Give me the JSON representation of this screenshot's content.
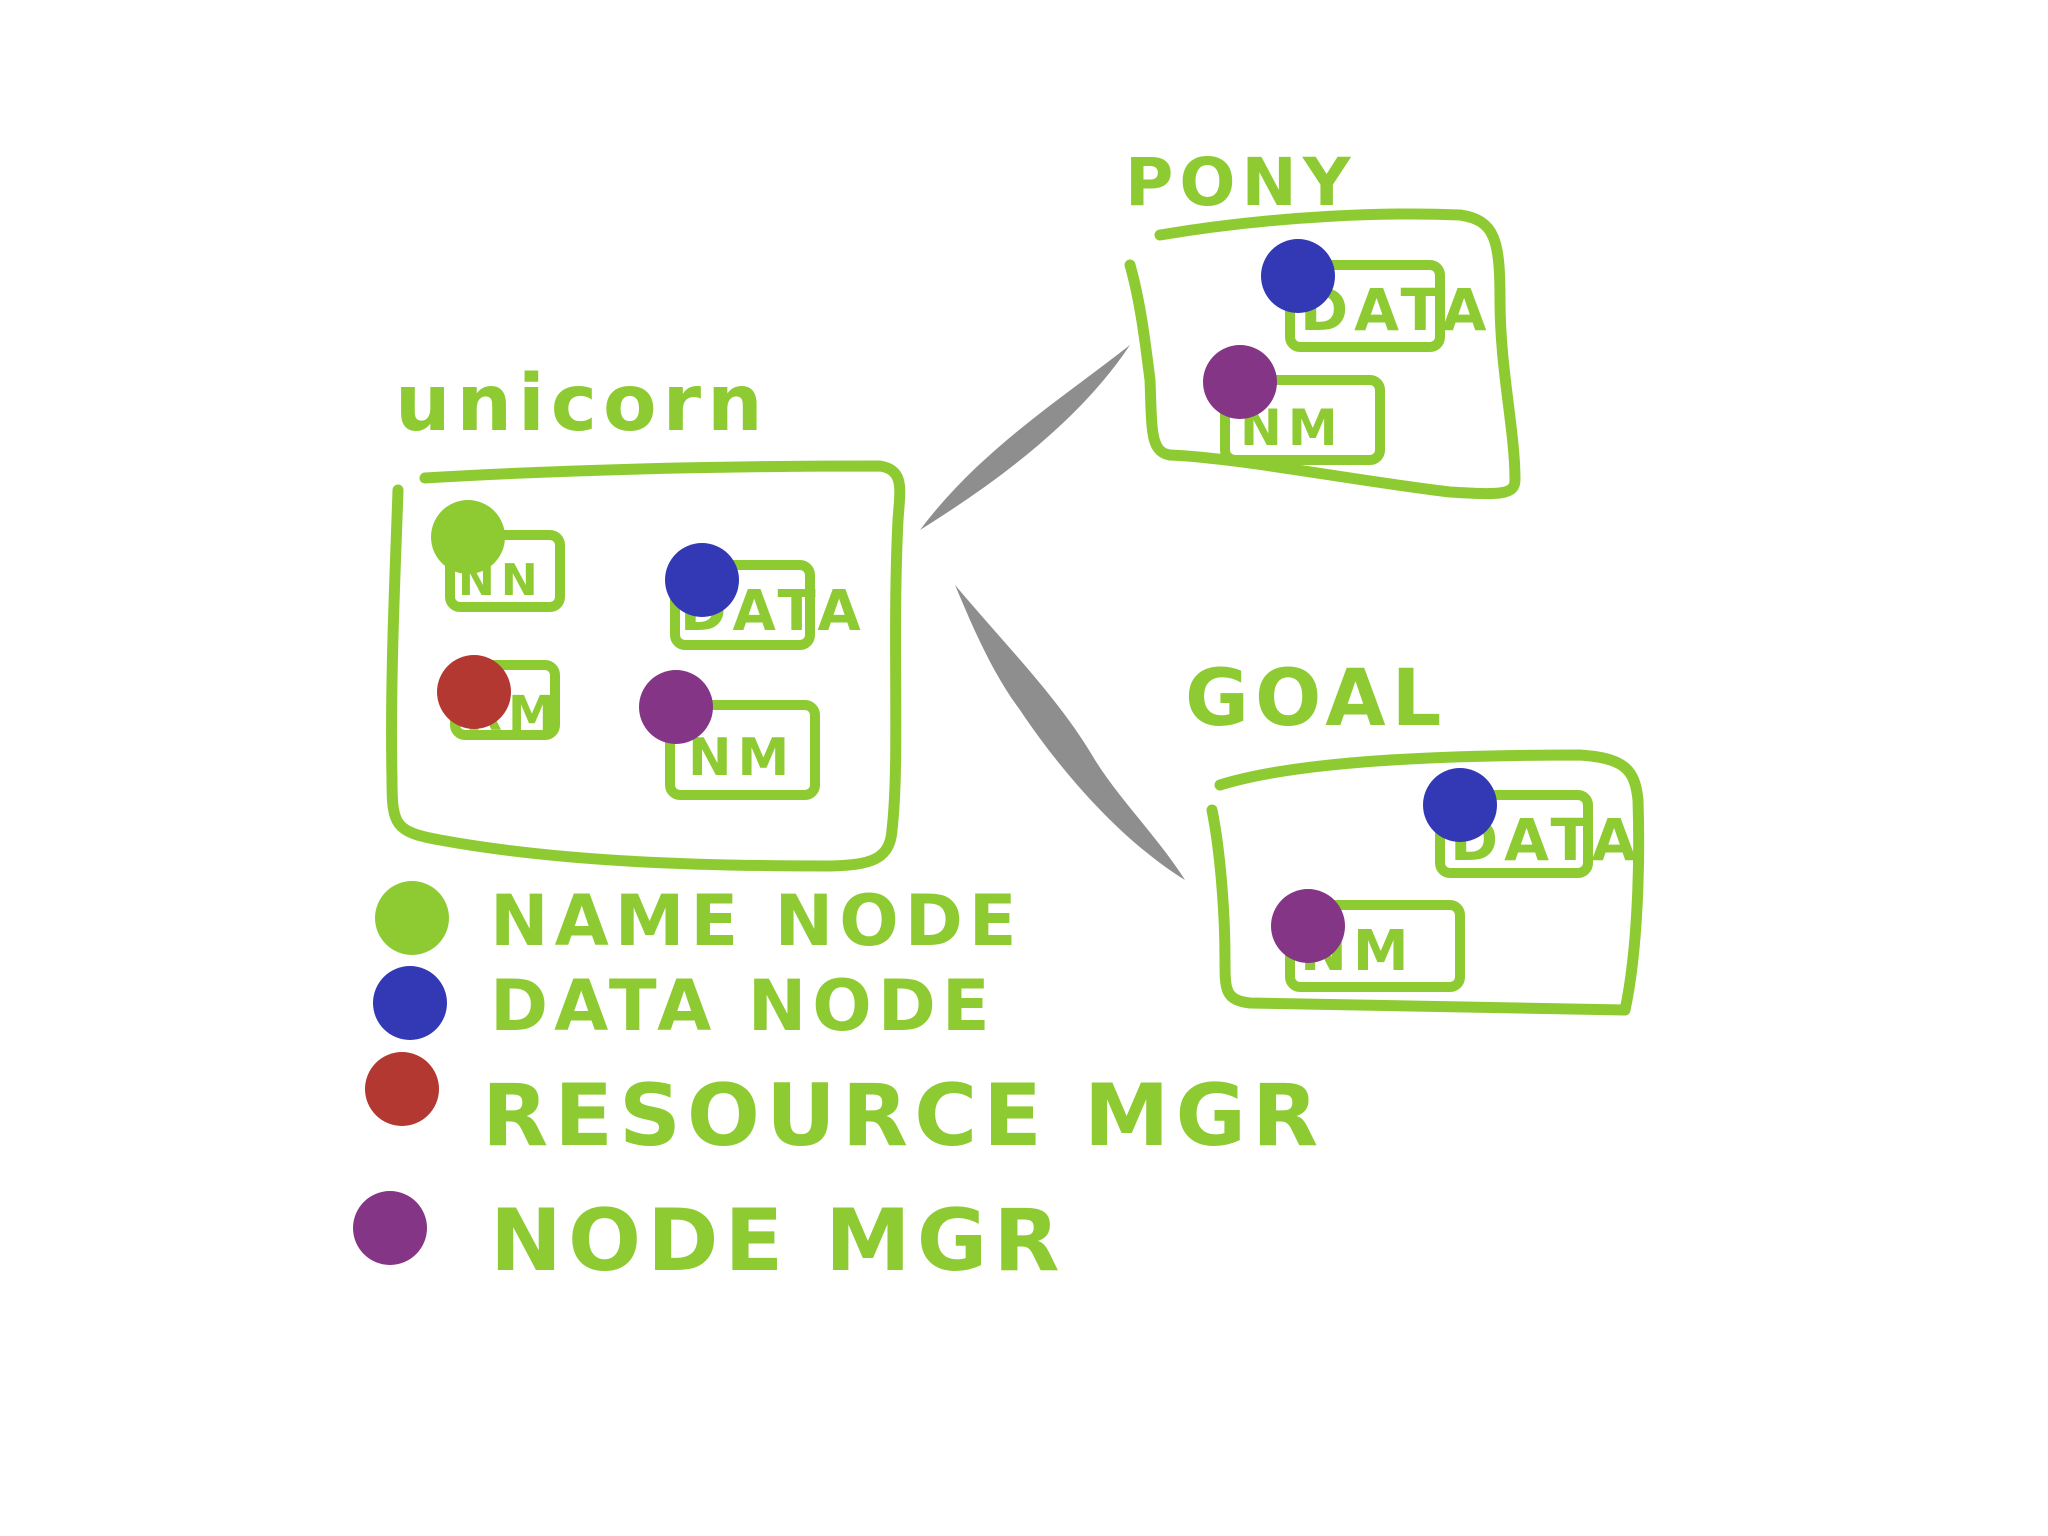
{
  "colors": {
    "background": "#ffffff",
    "stroke": "#8ecb33",
    "connector": "#8e8e8e",
    "name_node": "#8ecb33",
    "data_node": "#3338b5",
    "resource_mgr": "#b33831",
    "node_mgr": "#843585"
  },
  "clusters": {
    "unicorn": {
      "title": "unicorn",
      "boxes": [
        "NN",
        "DATA",
        "RM",
        "NM"
      ]
    },
    "pony": {
      "title": "PONY",
      "boxes": [
        "DATA",
        "NM"
      ]
    },
    "goal": {
      "title": "GOAL",
      "boxes": [
        "DATA",
        "NM"
      ]
    }
  },
  "legend": {
    "items": [
      {
        "label": "NAME NODE",
        "color": "#8ecb33"
      },
      {
        "label": "DATA NODE",
        "color": "#3338b5"
      },
      {
        "label": "RESOURCE MGR",
        "color": "#b33831"
      },
      {
        "label": "NODE MGR",
        "color": "#843585"
      }
    ]
  }
}
